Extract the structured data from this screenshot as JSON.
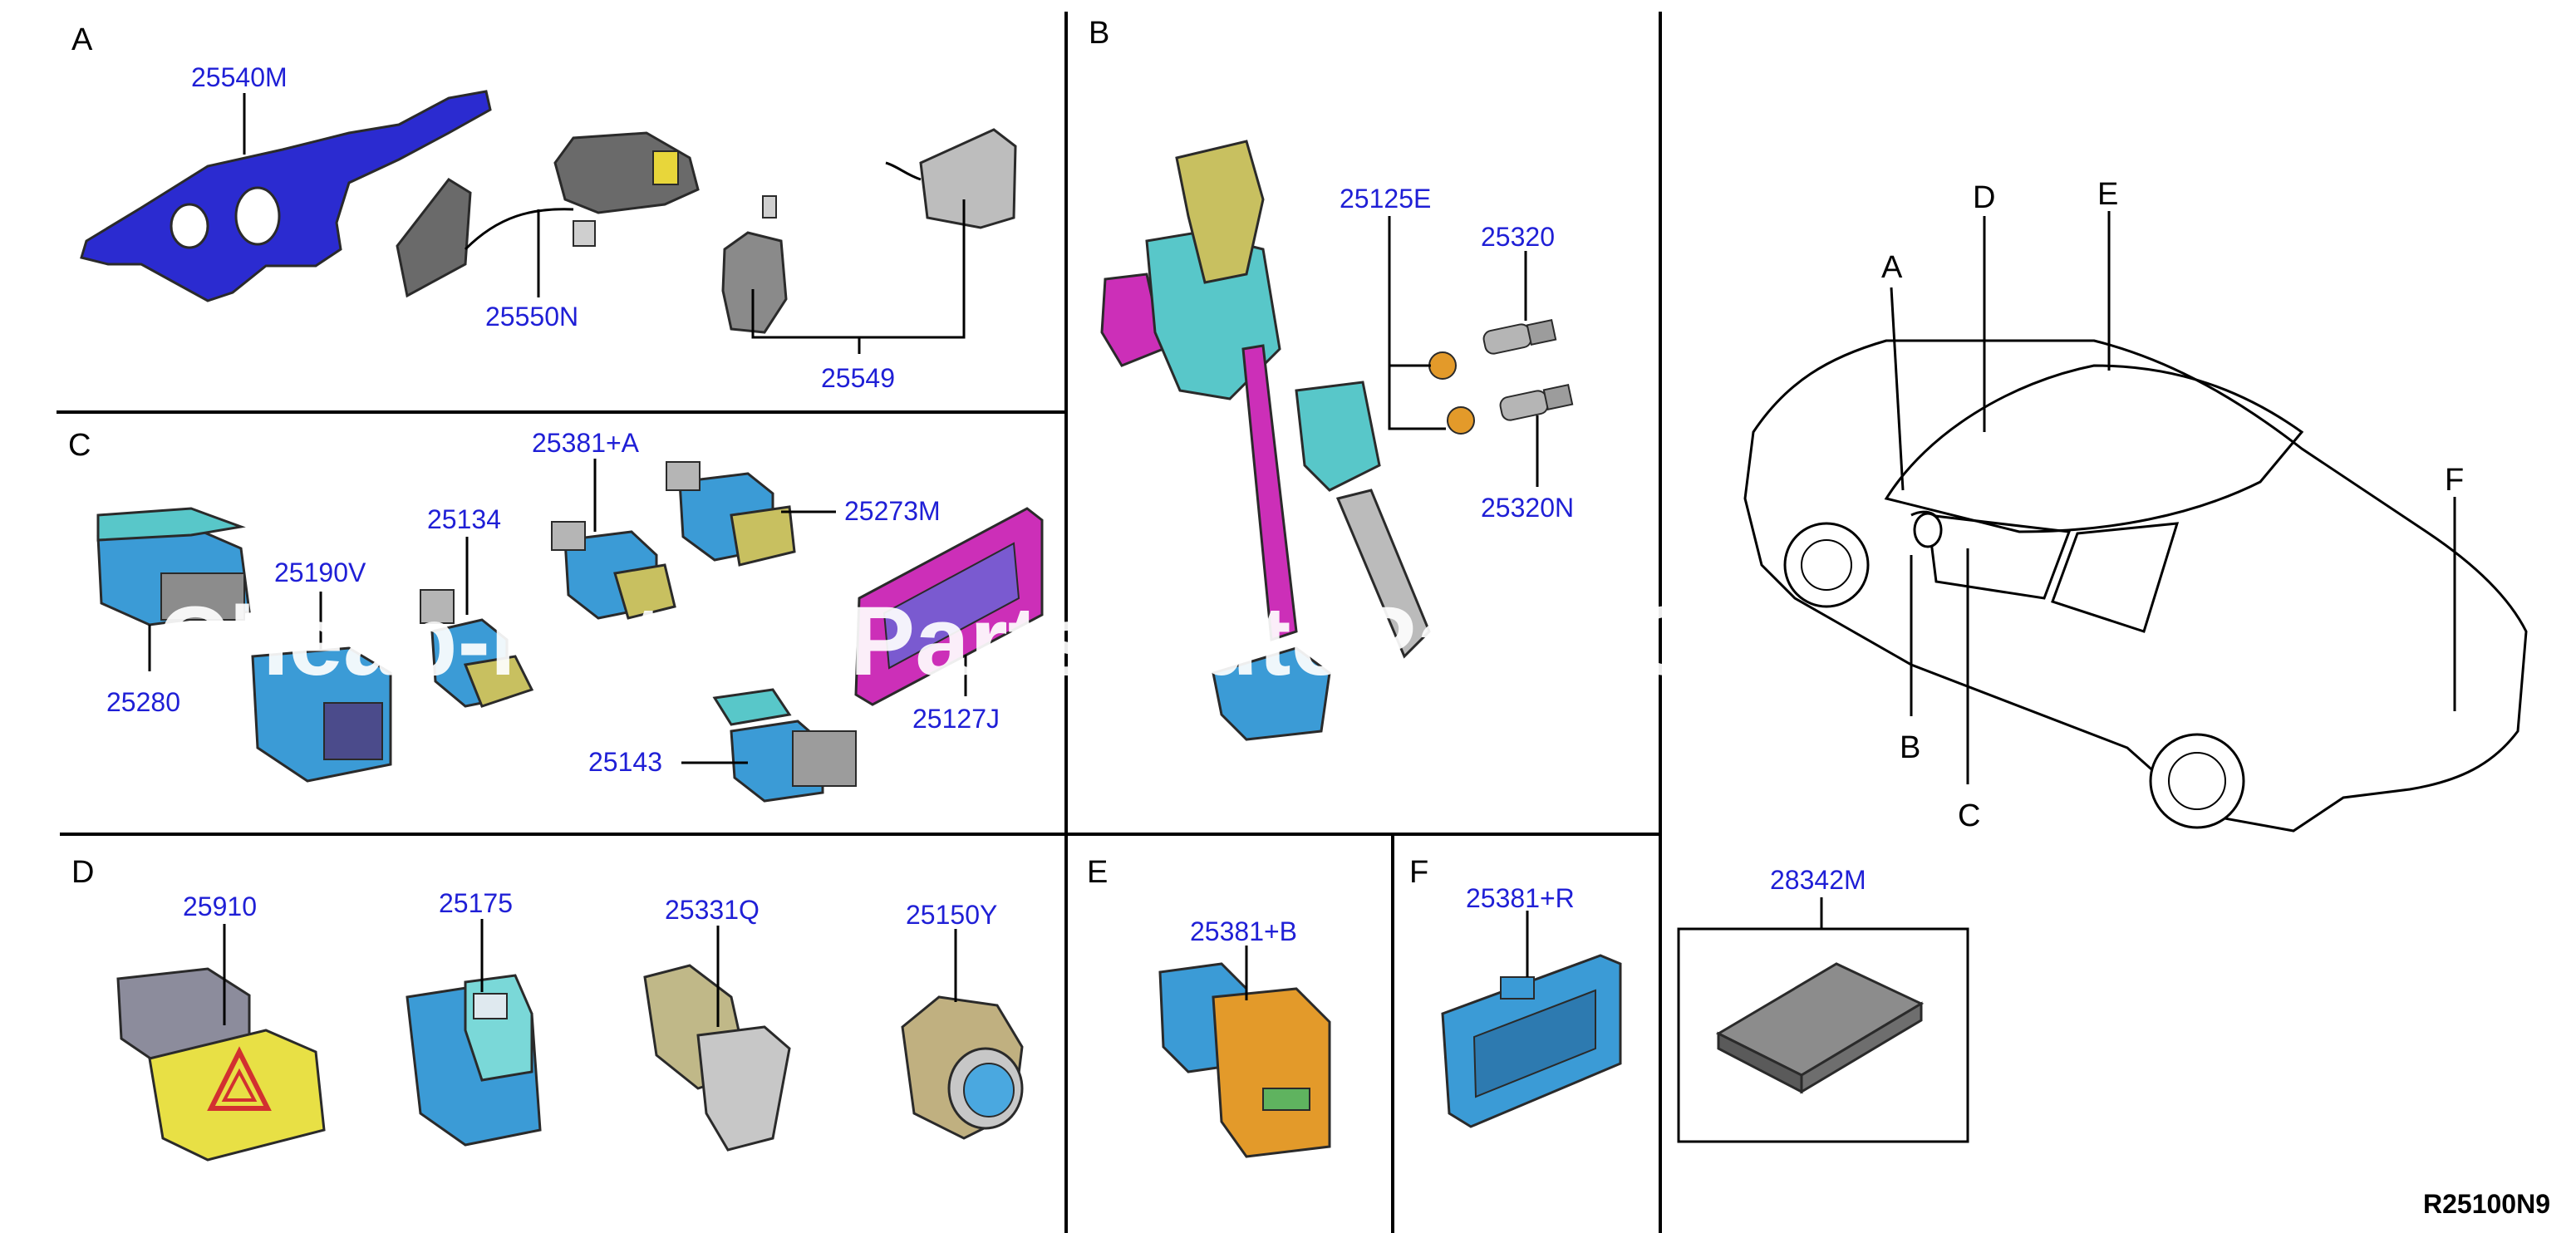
{
  "diagram_code": "R25100N9",
  "watermark": "Cheap-Motors-Parts-AutoParts-Co",
  "colors": {
    "part_label": "#1f1fd6",
    "switch_blue": "#3b9bd6",
    "teal": "#58c7c9",
    "stalk_blue": "#2b2bd0",
    "magenta": "#cc2fb8",
    "olive": "#b8a858",
    "hazard_yellow": "#e8e045",
    "orange": "#e39a2a",
    "gray": "#8c8c8c"
  },
  "sections": [
    {
      "label": "A",
      "parts": [
        {
          "number": "25540M",
          "icon": "combination-switch-stalk"
        },
        {
          "number": "25550N",
          "icon": "steering-wheel-switch"
        },
        {
          "number": "25549",
          "icon": "steering-switch-pair"
        }
      ]
    },
    {
      "label": "B",
      "parts": [
        {
          "number": "25125E",
          "icon": "stop-lamp-switch-nut"
        },
        {
          "number": "25320",
          "icon": "stop-lamp-switch"
        },
        {
          "number": "25320N",
          "icon": "stop-lamp-switch"
        }
      ]
    },
    {
      "label": "C",
      "parts": [
        {
          "number": "25280",
          "icon": "push-switch"
        },
        {
          "number": "25190V",
          "icon": "seat-switch"
        },
        {
          "number": "25134",
          "icon": "small-switch"
        },
        {
          "number": "25381+A",
          "icon": "switch-assembly"
        },
        {
          "number": "25273M",
          "icon": "switch-assembly"
        },
        {
          "number": "25127J",
          "icon": "switch-panel"
        },
        {
          "number": "25143",
          "icon": "switch-module"
        }
      ]
    },
    {
      "label": "D",
      "parts": [
        {
          "number": "25910",
          "icon": "hazard-switch"
        },
        {
          "number": "25175",
          "icon": "power-switch"
        },
        {
          "number": "25331Q",
          "icon": "lever-switch"
        },
        {
          "number": "25150Y",
          "icon": "ignition-push-button"
        }
      ]
    },
    {
      "label": "E",
      "parts": [
        {
          "number": "25381+B",
          "icon": "rocker-switch"
        }
      ]
    },
    {
      "label": "F",
      "parts": [
        {
          "number": "25381+R",
          "icon": "trunk-switch"
        }
      ]
    }
  ],
  "car_view": {
    "locations": [
      "A",
      "B",
      "C",
      "D",
      "E",
      "F"
    ],
    "module": {
      "number": "28342M",
      "icon": "control-module"
    }
  }
}
